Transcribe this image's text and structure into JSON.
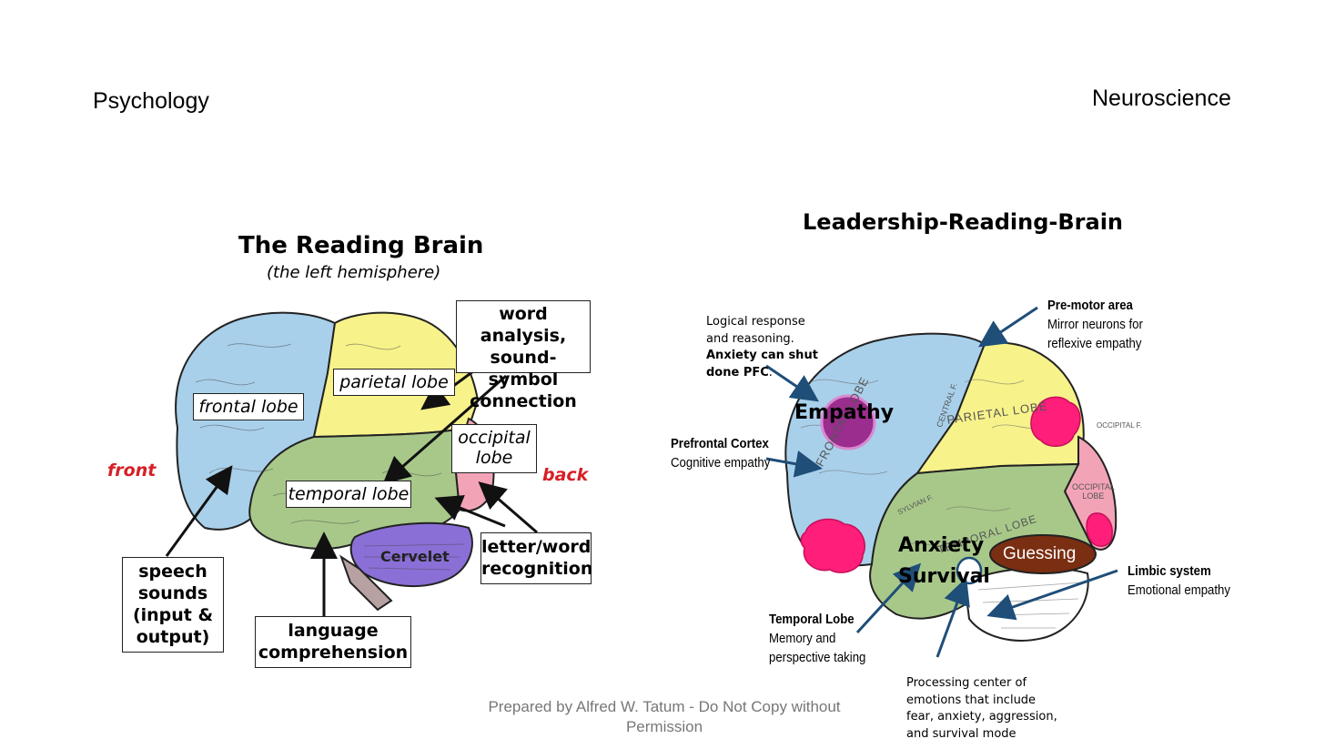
{
  "header": {
    "left": "Psychology",
    "right": "Neuroscience"
  },
  "reading_brain": {
    "title": "The Reading Brain",
    "subtitle": "(the left hemisphere)",
    "front": "front",
    "back": "back",
    "lobes": {
      "frontal": "frontal lobe",
      "parietal": "parietal lobe",
      "occipital_1": "occipital",
      "occipital_2": "lobe",
      "temporal": "temporal lobe",
      "cerebellum": "Cervelet"
    },
    "boxes": {
      "word_analysis": [
        "word analysis,",
        "sound-symbol",
        "connection"
      ],
      "speech": [
        "speech",
        "sounds",
        "(input &",
        "output)"
      ],
      "language": [
        "language",
        "comprehension"
      ],
      "letter_word": [
        "letter/word",
        "recognition"
      ]
    }
  },
  "leadership_brain": {
    "title": "Leadership-Reading-Brain",
    "logical": {
      "line1": "Logical response",
      "line2": "and reasoning.",
      "bold1": "Anxiety can shut",
      "bold2": "done PFC",
      "end": "."
    },
    "premotor": {
      "title": "Pre-motor area",
      "line1": "Mirror neurons for",
      "line2": "reflexive empathy"
    },
    "prefrontal": {
      "title": "Prefrontal Cortex",
      "line1": "Cognitive empathy"
    },
    "temporal": {
      "title": "Temporal Lobe",
      "line1": "Memory and",
      "line2": "perspective taking"
    },
    "limbic": {
      "title": "Limbic system",
      "line1": "Emotional empathy"
    },
    "processing": {
      "line1": "Processing center of",
      "line2": "emotions that include",
      "line3": "fear, anxiety, aggression,",
      "line4": "and survival mode"
    },
    "empathy": "Empathy",
    "anxiety": "Anxiety",
    "survival": "Survival",
    "guessing": "Guessing",
    "inner_labels": {
      "central": "CENTRAL F.",
      "parietal": "PARIETAL LOBE",
      "occipital_f": "OCCIPITAL F.",
      "occipital_lobe_1": "OCCIPITAL",
      "occipital_lobe_2": "LOBE",
      "frontal": "FRONTAL LOBE",
      "sylvian": "SYLVIAN F.",
      "temporal": "TEMPORAL LOBE"
    },
    "colors": {
      "frontal": "#a9d0ea",
      "parietal": "#f7f28a",
      "temporal": "#a8c88a",
      "occipital": "#f2a4b6",
      "hotspot": "#ff1e7a",
      "empathy": "#9b2d8f",
      "guessing": "#7a2e12",
      "arrow": "#1f4e79"
    }
  },
  "footer": {
    "line1": "Prepared by Alfred W. Tatum - Do Not Copy without",
    "line2": "Permission"
  }
}
